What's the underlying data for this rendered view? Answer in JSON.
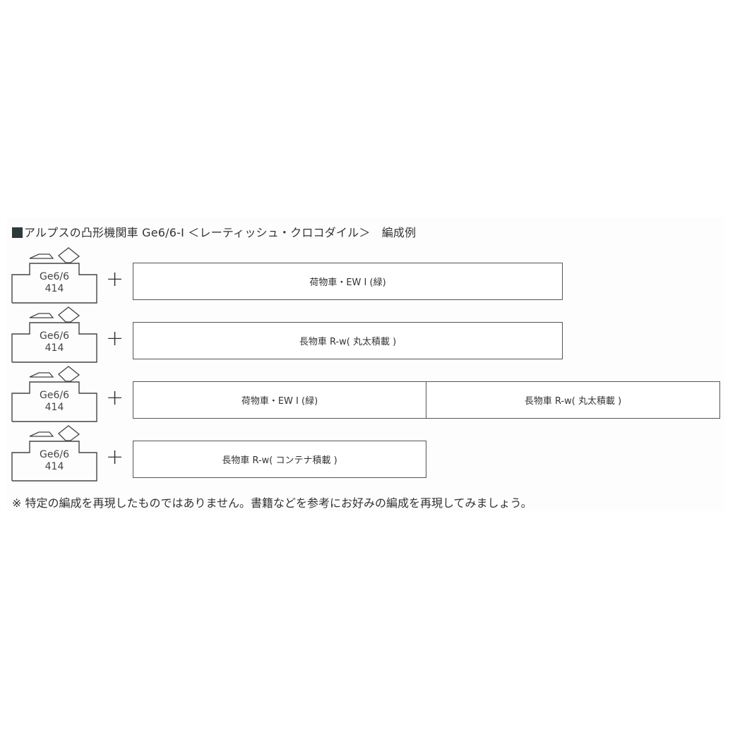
{
  "title": "アルプスの凸形機関車 Ge6/6-I ＜レーティッシュ・クロコダイル＞　編成例",
  "plus": "+",
  "rows": [
    {
      "loco": {
        "line1": "Ge6/6",
        "line2": "414"
      },
      "cars": [
        "荷物車・EW I (緑)"
      ]
    },
    {
      "loco": {
        "line1": "Ge6/6",
        "line2": "414"
      },
      "cars": [
        "長物車 R-w( 丸太積載 )"
      ]
    },
    {
      "loco": {
        "line1": "Ge6/6",
        "line2": "414"
      },
      "cars": [
        "荷物車・EW I (緑)",
        "長物車 R-w( 丸太積載 )"
      ]
    },
    {
      "loco": {
        "line1": "Ge6/6",
        "line2": "414"
      },
      "cars": [
        "長物車 R-w( コンテナ積載 )"
      ]
    }
  ],
  "note": "※ 特定の編成を再現したものではありません。書籍などを参考にお好みの編成を再現してみましょう。"
}
